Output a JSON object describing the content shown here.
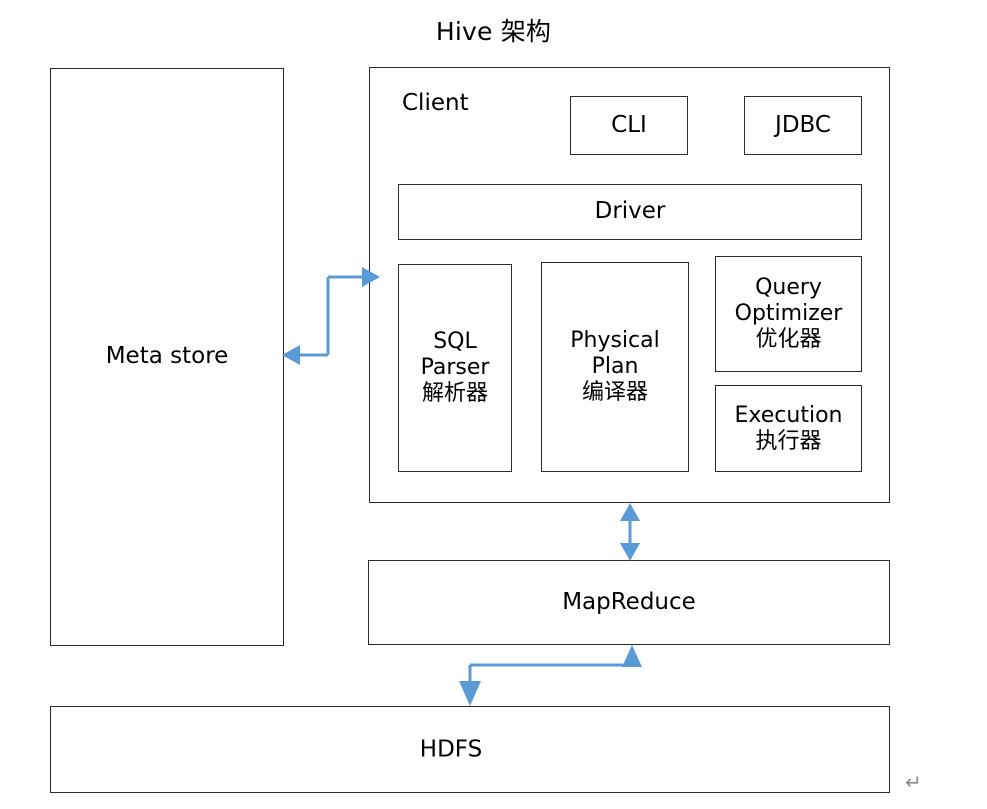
{
  "title": "Hive 架构",
  "colors": {
    "box_border": "#2b2b2b",
    "box_fill": "#ffffff",
    "arrow": "#5b9bd5",
    "text": "#000000",
    "pilcrow": "#8a8a8a"
  },
  "nodes": {
    "metastore": {
      "label": "Meta store"
    },
    "client": {
      "label": "Client"
    },
    "cli": {
      "label": "CLI"
    },
    "jdbc": {
      "label": "JDBC"
    },
    "driver": {
      "label": "Driver"
    },
    "sql_parser": {
      "label": "SQL\nParser\n解析器"
    },
    "physical_plan": {
      "label": "Physical\nPlan\n编译器"
    },
    "query_optimizer": {
      "label": "Query\nOptimizer\n优化器"
    },
    "execution": {
      "label": "Execution\n执行器"
    },
    "mapreduce": {
      "label": "MapReduce"
    },
    "hdfs": {
      "label": "HDFS"
    }
  },
  "connectors": [
    {
      "name": "metastore-client-link",
      "from": "Client",
      "to": "Meta store",
      "style": "s-shaped double-headed arrow",
      "direction": "bidirectional"
    },
    {
      "name": "client-mapreduce-link",
      "from": "Client",
      "to": "MapReduce",
      "style": "vertical double-headed arrow",
      "direction": "bidirectional"
    },
    {
      "name": "mapreduce-hdfs-link",
      "from": "MapReduce",
      "to": "HDFS",
      "style": "stepped double-headed arrow",
      "direction": "bidirectional"
    }
  ],
  "marks": {
    "paragraph_mark": "↵"
  }
}
